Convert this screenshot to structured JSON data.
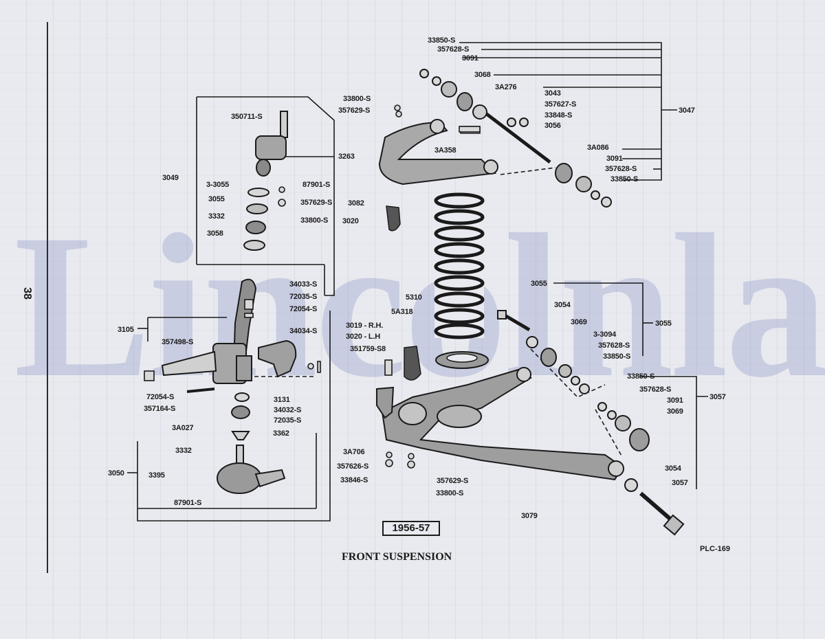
{
  "page_number": "38",
  "watermark_text": "Lincolnland Inc.",
  "year_label": "1956-57",
  "figure_title": "FRONT SUSPENSION",
  "figure_code": "PLC-169",
  "labels": {
    "l33850s_a": "33850-S",
    "l357628s_a": "357628-S",
    "l3091_a": "3091",
    "l3068": "3068",
    "l3a276": "3A276",
    "l3043": "3043",
    "l357627s": "357627-S",
    "l33848s": "33848-S",
    "l3056": "3056",
    "l3047": "3047",
    "l33800s_top": "33800-S",
    "l357629s_top": "357629-S",
    "l3a358": "3A358",
    "l3a086": "3A086",
    "l3091_b": "3091",
    "l357628s_b": "357628-S",
    "l33850s_b": "33850-S",
    "l350711s": "350711-S",
    "l3263": "3263",
    "l3049": "3049",
    "l3_3055": "3-3055",
    "l87901s_a": "87901-S",
    "l3055_a": "3055",
    "l357629s_mid": "357629-S",
    "l3332_a": "3332",
    "l33800s_mid": "33800-S",
    "l3058": "3058",
    "l3082": "3082",
    "l3020_top": "3020",
    "l34033s": "34033-S",
    "l72035s_a": "72035-S",
    "l72054s_a": "72054-S",
    "l3105": "3105",
    "l34034s": "34034-S",
    "l357498s": "357498-S",
    "l5310": "5310",
    "l5a318": "5A318",
    "l3019rh": "3019 - R.H.",
    "l3020lh": "3020 - L.H",
    "l351759s8": "351759-S8",
    "l3055_b": "3055",
    "l3054_a": "3054",
    "l3069_a": "3069",
    "l3_3094": "3-3094",
    "l357628s_c": "357628-S",
    "l33850s_c": "33850-S",
    "l3055_c": "3055",
    "l72054s_b": "72054-S",
    "l357164s": "357164-S",
    "l3131": "3131",
    "l34032s": "34032-S",
    "l72035s_b": "72035-S",
    "l3a027": "3A027",
    "l3362": "3362",
    "l3332_b": "3332",
    "l33850s_d": "33850-S",
    "l357628s_d": "357628-S",
    "l3091_c": "3091",
    "l3069_b": "3069",
    "l3057_a": "3057",
    "l3a706": "3A706",
    "l357626s": "357626-S",
    "l33846s": "33846-S",
    "l357629s_bot": "357629-S",
    "l33800s_bot": "33800-S",
    "l3050": "3050",
    "l3395": "3395",
    "l87901s_b": "87901-S",
    "l3054_b": "3054",
    "l3057_b": "3057",
    "l3079": "3079"
  },
  "colors": {
    "ink": "#1a1a1a",
    "paper": "#e9eaef",
    "watermark": "#7882be"
  }
}
